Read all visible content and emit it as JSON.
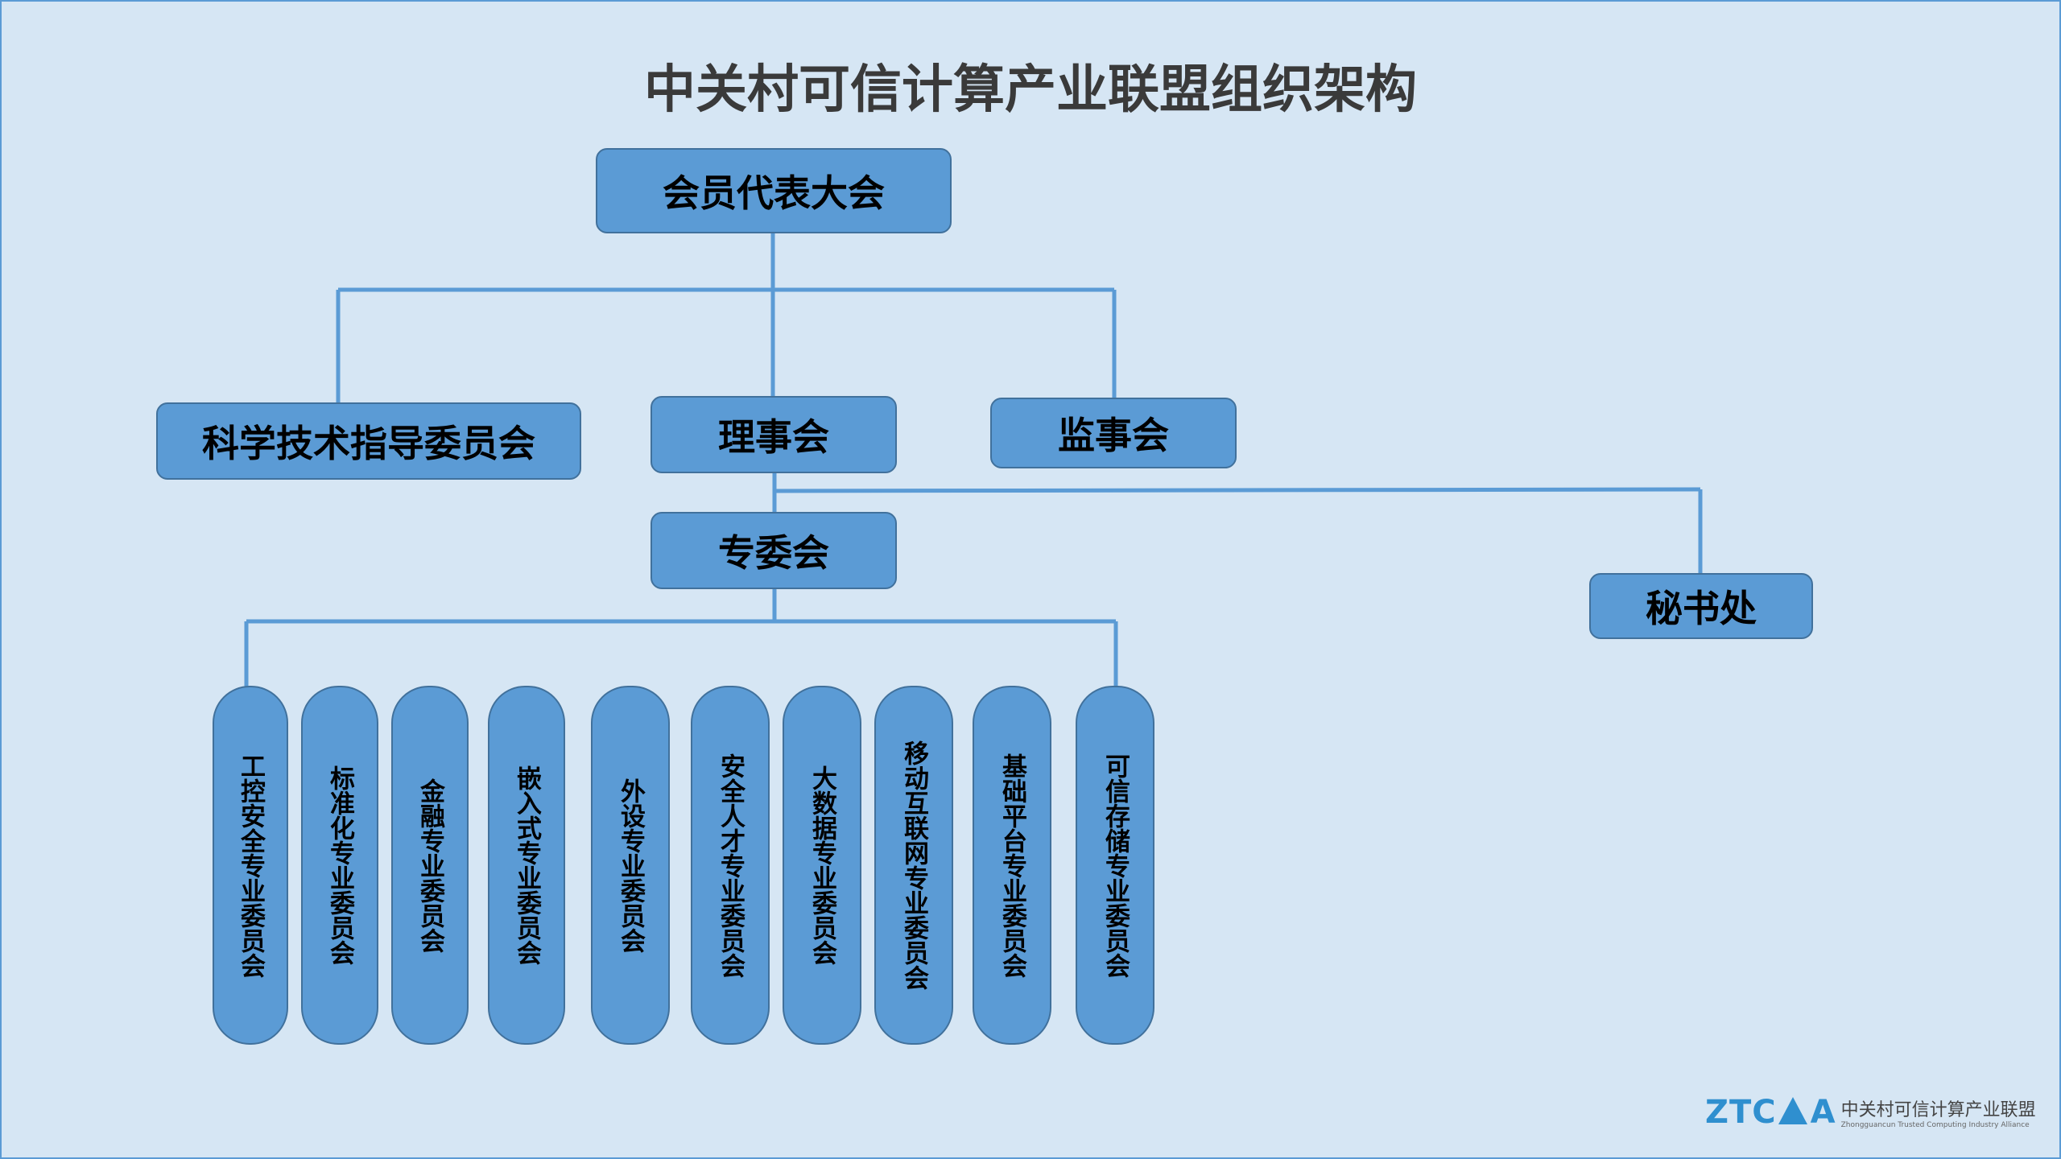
{
  "title": "中关村可信计算产业联盟组织架构",
  "nodes": {
    "assembly": "会员代表大会",
    "sci_committee": "科学技术指导委员会",
    "council": "理事会",
    "supervisory": "监事会",
    "special_committees": "专委会",
    "secretariat": "秘书处"
  },
  "committees": [
    "工控安全专业委员会",
    "标准化专业委员会",
    "金融专业委员会",
    "嵌入式专业委员会",
    "外设专业委员会",
    "安全人才专业委员会",
    "大数据专业委员会",
    "移动互联网专业委员会",
    "基础平台专业委员会",
    "可信存储专业委员会"
  ],
  "logo": {
    "mark_left": "ZTC",
    "mark_right": "A",
    "name_cn": "中关村可信计算产业联盟",
    "name_en": "Zhongguancun Trusted Computing Industry Alliance"
  },
  "colors": {
    "background": "#d6e6f4",
    "node_fill": "#5b9bd5",
    "node_border": "#41719c",
    "connector": "#5b9bd5"
  }
}
